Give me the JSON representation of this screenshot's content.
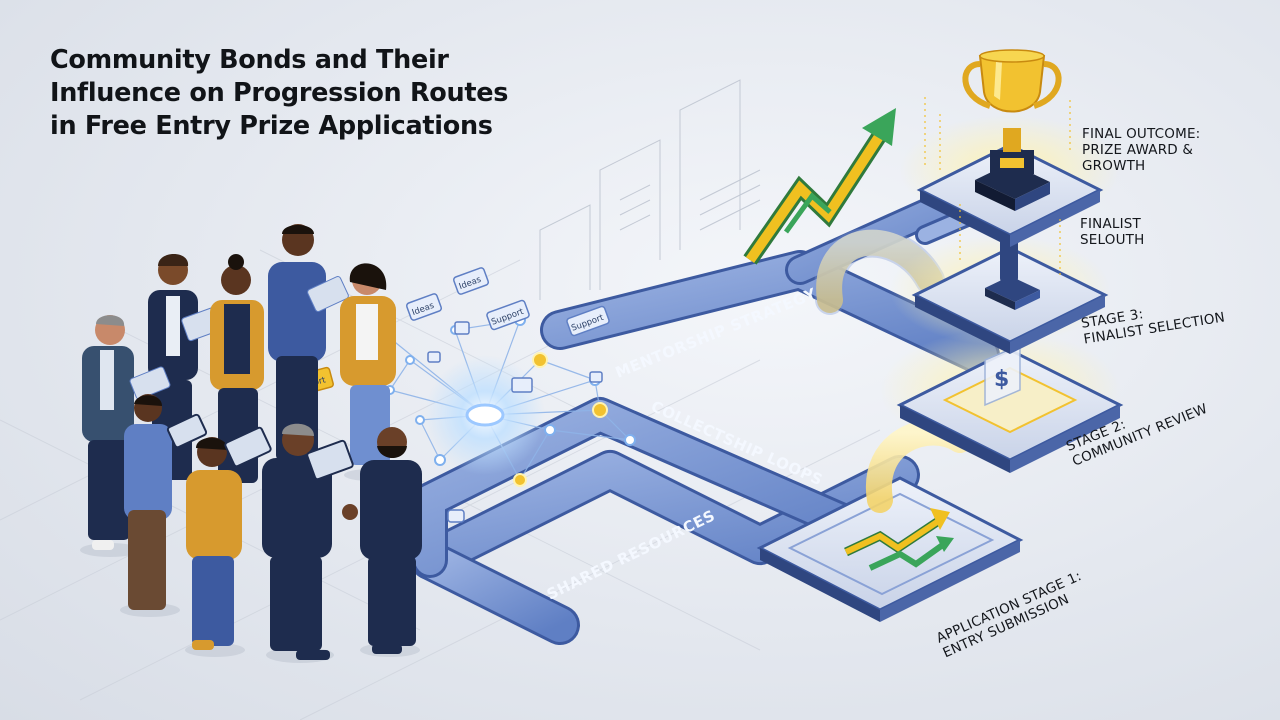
{
  "title_lines": [
    "Community Bonds and Their",
    "Influence on Progression Routes",
    "in Free Entry Prize Applications"
  ],
  "stages": {
    "final_outcome": [
      "FINAL OUTCOME:",
      "PRIZE AWARD &",
      "GROWTH"
    ],
    "finalist": [
      "FINALIST",
      "SELOUTH"
    ],
    "stage3": [
      "STAGE 3:",
      "FINALIST SELECTION"
    ],
    "stage2": [
      "STAGE 2:",
      "COMMUNITY REVIEW"
    ],
    "stage1": [
      "APPLICATION STAGE 1:",
      "ENTRY SUBMISSION"
    ]
  },
  "paths": {
    "mentorship": "MENTORSHIP STRATEGY",
    "loops": "COLLECTSHIP LOOPS",
    "resources": "SHARED RESOURCES"
  },
  "bubbles": {
    "ideas_1": "Ideas",
    "ideas_2": "Ideas",
    "support_1": "Support",
    "support_2": "Support",
    "support_3": "Support"
  },
  "stage2_icon_glyph": "$",
  "colors": {
    "path_blue": "#6f8fd0",
    "path_dark": "#3d5aa0",
    "gold": "#f2c230",
    "arrow_green": "#3aa55a",
    "arrow_yellow": "#f0c020",
    "navy": "#1e2c4e"
  },
  "icons": [
    "trophy-icon",
    "podium-icon",
    "dollar-icon",
    "growth-arrow-icon",
    "network-hub-icon"
  ]
}
